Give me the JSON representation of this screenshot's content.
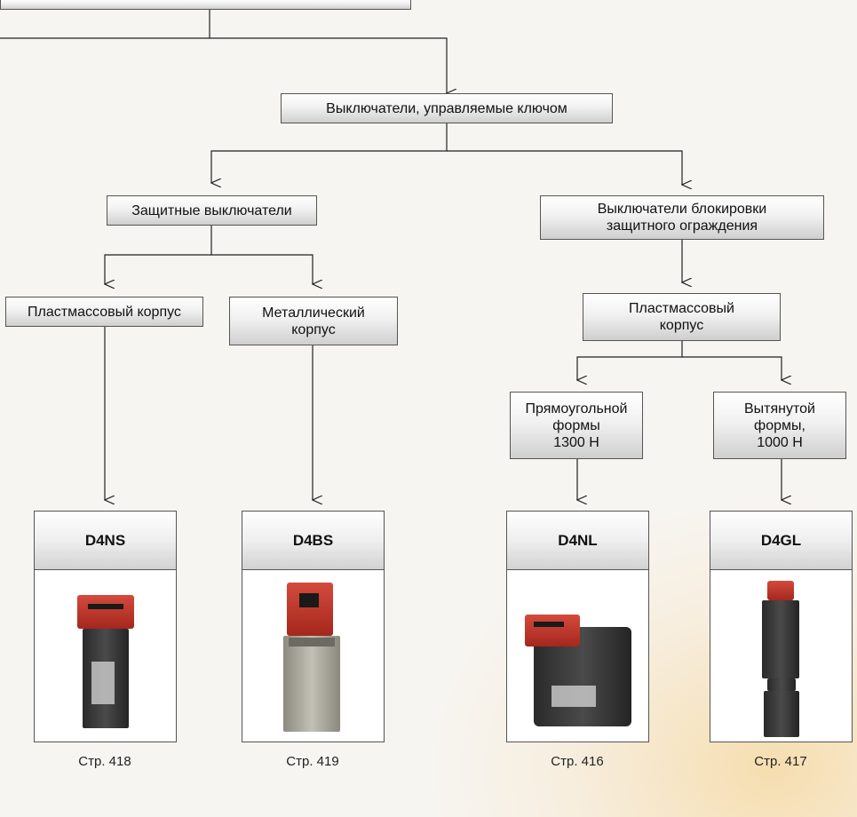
{
  "nodes": {
    "key_operated": "Выключатели, управляемые ключом",
    "safety_switches": "Защитные выключатели",
    "guard_locking": "Выключатели блокировки\nзащитного ограждения",
    "plastic_housing": "Пластмассовый корпус",
    "metal_housing": "Металлический\nкорпус",
    "plastic_housing_2": "Пластмассовый\nкорпус",
    "rectangular": "Прямоугольной\nформы\n1300 Н",
    "elongated": "Вытянутой\nформы,\n1000 Н"
  },
  "products": [
    {
      "model": "D4NS",
      "page": "Стр. 418",
      "image": "red-head-black-body-switch"
    },
    {
      "model": "D4BS",
      "page": "Стр. 419",
      "image": "red-head-metal-body-switch"
    },
    {
      "model": "D4NL",
      "page": "Стр. 416",
      "image": "square-black-locking-switch"
    },
    {
      "model": "D4GL",
      "page": "Стр. 417",
      "image": "slim-black-locking-switch"
    }
  ]
}
